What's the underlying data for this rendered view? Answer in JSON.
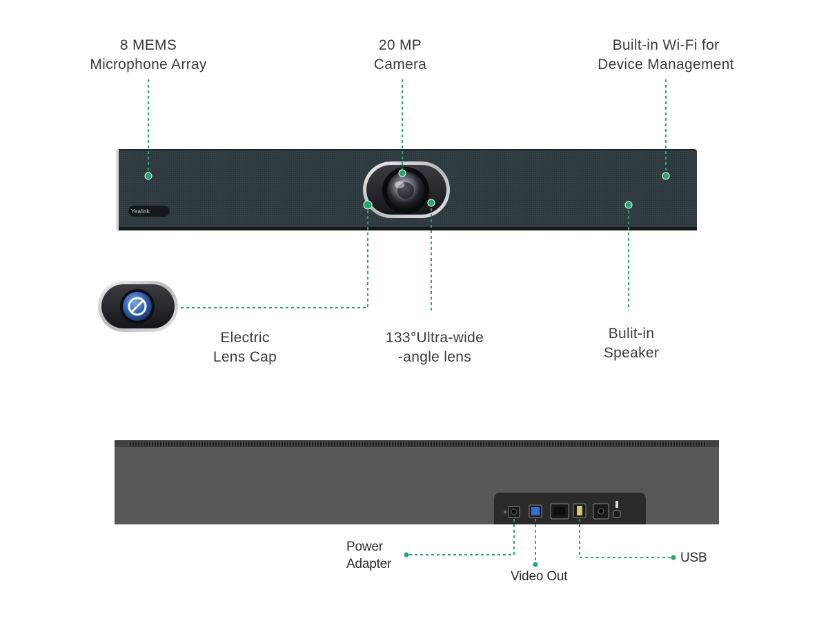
{
  "front_labels": {
    "microphone": [
      "8 MEMS",
      "Microphone Array"
    ],
    "camera": [
      "20 MP",
      "Camera"
    ],
    "wifi": [
      "Built-in Wi-Fi for",
      "Device Management"
    ],
    "lens_cap": [
      "Electric",
      "Lens Cap"
    ],
    "lens": [
      "133°Ultra-wide",
      "-angle lens"
    ],
    "speaker": [
      "Bulit-in",
      "Speaker"
    ]
  },
  "brand_logo": "Yealink",
  "back_labels": {
    "power": [
      "Power",
      "Adapter"
    ],
    "video": "Video Out",
    "usb": "USB"
  },
  "colors": {
    "accent": "#1fa968",
    "device_fabric": "#2f3b42",
    "back_panel": "#5a5a5a",
    "label_text": "#3a3a3a"
  }
}
